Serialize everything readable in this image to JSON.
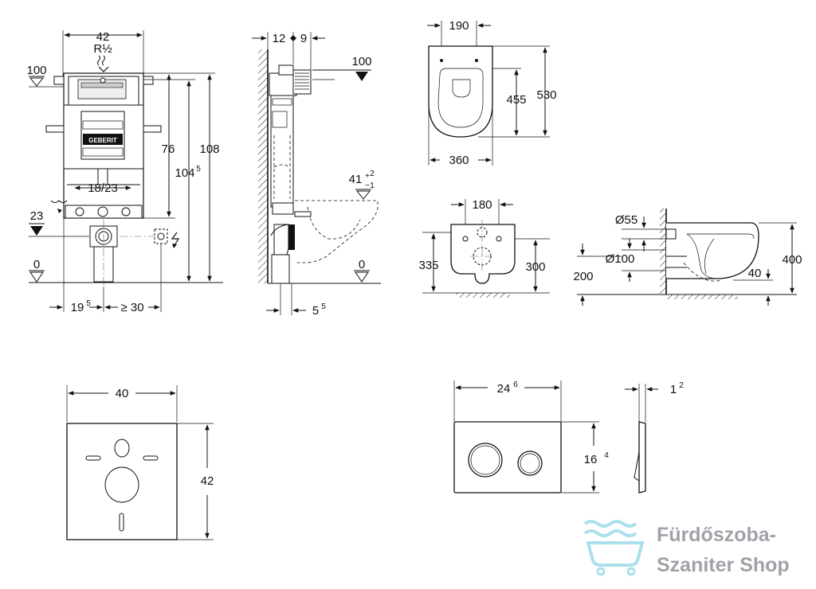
{
  "frame": {
    "width": "42",
    "thread": "R½",
    "water_level": "100",
    "height_76": "76",
    "height_104": "104",
    "height_104_sup": "5",
    "height_108": "108",
    "pipe_span": "18/23",
    "level_23": "23",
    "level_0": "0",
    "offset_19": "19",
    "offset_19_sup": "5",
    "offset_30": "≥ 30",
    "brand": "GEBERIT"
  },
  "side_view": {
    "d12": "12",
    "d9": "9",
    "level_100": "100",
    "level_41": "41",
    "tol_plus": "+",
    "tol_plus_val": "2",
    "tol_minus": "−",
    "tol_minus_val": "1",
    "level_0": "0",
    "d5": "5",
    "d5_sup": "5"
  },
  "bowl_top": {
    "w190": "190",
    "h455": "455",
    "h530": "530",
    "w360": "360"
  },
  "bowl_front": {
    "w180": "180",
    "h335": "335",
    "h300": "300"
  },
  "bowl_side": {
    "d55": "Ø55",
    "d100": "Ø100",
    "h200": "200",
    "h40": "40",
    "h400": "400"
  },
  "sound_mat": {
    "width": "40",
    "height": "42"
  },
  "flush_plate": {
    "width": "24",
    "width_sup": "6",
    "height": "16",
    "height_sup": "4",
    "depth": "1",
    "depth_sup": "2"
  },
  "watermark": {
    "line1": "Fürdőszoba-",
    "line2": "Szaniter Shop",
    "color": "#9fa3a8"
  }
}
